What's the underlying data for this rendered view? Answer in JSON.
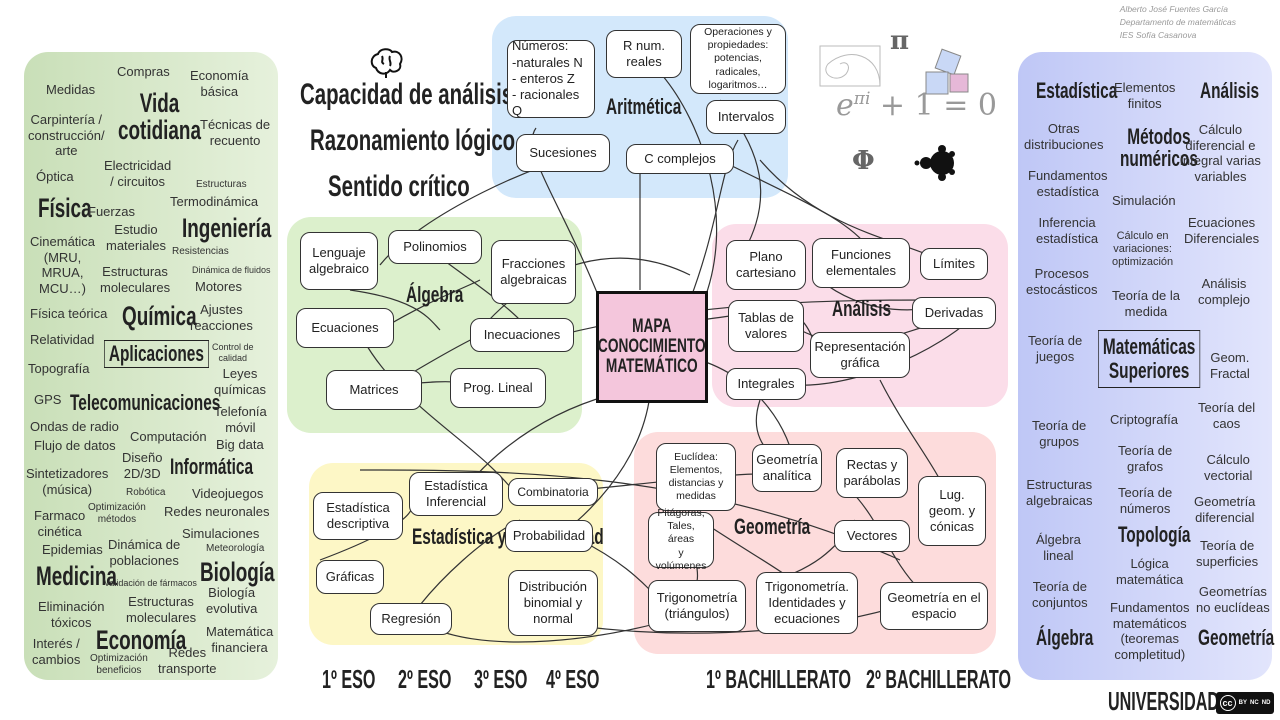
{
  "credit": {
    "author": "Alberto José Fuentes García",
    "dept": "Departamento de matemáticas",
    "school": "IES Sofía Casanova"
  },
  "capacities": [
    "Capacidad de análisis",
    "Razonamiento lógico",
    "Sentido crítico"
  ],
  "center": "MAPA\nCONOCIMIENTO\nMATEMÁTICO",
  "formula": {
    "euler": "e",
    "euler_exp": "πi",
    "euler_rest": " + 1 = 0",
    "pi": "π",
    "phi": "Φ"
  },
  "colors": {
    "applications": "#dcebd0",
    "arithmetic": "#d3e8fb",
    "algebra": "#dff1d0",
    "analysis": "#fbdde9",
    "statistics": "#fdf7c6",
    "geometry": "#fddcdc",
    "superior": "#d5d9fb"
  },
  "arithmetic": {
    "title": "Aritmética",
    "numbers": "Números:\n-naturales N\n- enteros Z\n- racionales Q",
    "reals": "R num.\nreales",
    "operations": "Operaciones y\npropiedades:\npotencias, radicales,\nlogaritmos…",
    "intervals": "Intervalos",
    "sequences": "Sucesiones",
    "complex": "C complejos"
  },
  "algebra": {
    "title": "Álgebra",
    "language": "Lenguaje\nalgebraico",
    "polynomials": "Polinomios",
    "fractions": "Fracciones\nalgebraicas",
    "equations": "Ecuaciones",
    "inequations": "Inecuaciones",
    "matrices": "Matrices",
    "linear_prog": "Prog. Lineal"
  },
  "analysis": {
    "title": "Análisis",
    "plane": "Plano\ncartesiano",
    "functions": "Funciones\nelementales",
    "limits": "Límites",
    "tables": "Tablas de\nvalores",
    "derivatives": "Derivadas",
    "graph": "Representación\ngráfica",
    "integrals": "Integrales"
  },
  "statistics": {
    "title": "Estadística y\nProbabilidad",
    "inferential": "Estadística\nInferencial",
    "combinatorics": "Combinatoria",
    "descriptive": "Estadística\ndescriptiva",
    "probability": "Probabilidad",
    "charts": "Gráficas",
    "distribution": "Distribución\nbinomial y\nnormal",
    "regression": "Regresión"
  },
  "geometry": {
    "title": "Geometría",
    "euclidean": "Euclídea:\nElementos,\ndistancias y\nmedidas",
    "analytic": "Geometría\nanalítica",
    "lines": "Rectas y\nparábolas",
    "conics": "Lug.\ngeom. y\ncónicas",
    "pythagoras": "Pitágoras,\nTales, áreas\ny volúmenes",
    "vectors": "Vectores",
    "trig_triangles": "Trigonometría\n(triángulos)",
    "trig_identities": "Trigonometría.\nIdentidades y\necuaciones",
    "space": "Geometría en el\nespacio"
  },
  "applications": {
    "title": "Aplicaciones",
    "terms": [
      "Medidas",
      "Compras",
      "Economía\nbásica",
      "Vida\ncotidiana",
      "Carpintería /\nconstrucción/\narte",
      "Técnicas de\nrecuento",
      "Electricidad\n/ circuitos",
      "Óptica",
      "Estructuras",
      "Física",
      "Termodinámica",
      "Fuerzas",
      "Estudio\nmateriales",
      "Ingeniería",
      "Cinemática\n(MRU,\nMRUA,\nMCU…)",
      "Resistencias",
      "Dinámica de fluidos",
      "Estructuras\nmoleculares",
      "Motores",
      "Física teórica",
      "Química",
      "Ajustes\nreacciones",
      "Relatividad",
      "Control de\ncalidad",
      "Topografía",
      "Leyes\nquímicas",
      "GPS",
      "Telecomunicaciones",
      "Telefonía\nmóvil",
      "Ondas de radio",
      "Flujo de datos",
      "Computación",
      "Big data",
      "Sintetizadores\n(música)",
      "Diseño\n2D/3D",
      "Informática",
      "Robótica",
      "Videojuegos",
      "Farmaco\ncinética",
      "Optimización\nmétodos",
      "Redes neuronales",
      "Epidemias",
      "Simulaciones",
      "Dinámica de\npoblaciones",
      "Meteorología",
      "Medicina",
      "Validación de fármacos",
      "Biología",
      "Eliminación\ntóxicos",
      "Estructuras\nmoleculares",
      "Biología\nevolutiva",
      "Interés /\ncambios",
      "Economía",
      "Matemática\nfinanciera",
      "Optimización\nbeneficios",
      "Redes\ntransporte"
    ]
  },
  "superior": {
    "title": "Matemáticas\nSuperiores",
    "terms": [
      "Estadística",
      "Elementos\nfinitos",
      "Análisis",
      "Otras\ndistribuciones",
      "Métodos\nnuméricos",
      "Cálculo\ndiferencial e\nintegral varias\nvariables",
      "Fundamentos\nestadística",
      "Simulación",
      "Inferencia\nestadística",
      "Cálculo en\nvariaciones:\noptimización",
      "Ecuaciones\nDiferenciales",
      "Procesos\nestocásticos",
      "Teoría de la\nmedida",
      "Análisis\ncomplejo",
      "Teoría de\njuegos",
      "Geom.\nFractal",
      "Criptografía",
      "Teoría de\ngrupos",
      "Teoría del\ncaos",
      "Teoría de\ngrafos",
      "Cálculo\nvectorial",
      "Estructuras\nalgebraicas",
      "Teoría de\nnúmeros",
      "Geometría\ndiferencial",
      "Topología",
      "Álgebra\nlineal",
      "Teoría de\nsuperficies",
      "Lógica\nmatemática",
      "Teoría de\nconjuntos",
      "Geometrías\nno euclídeas",
      "Fundamentos\nmatemáticos\n(teoremas\ncompletitud)",
      "Álgebra",
      "Geometría"
    ]
  },
  "levels": [
    "1º ESO",
    "2º ESO",
    "3º ESO",
    "4º ESO",
    "1º BACHILLERATO",
    "2º BACHILLERATO",
    "UNIVERSIDAD"
  ],
  "license": {
    "cc": "cc",
    "by": "BY",
    "nc": "NC",
    "nd": "ND"
  }
}
